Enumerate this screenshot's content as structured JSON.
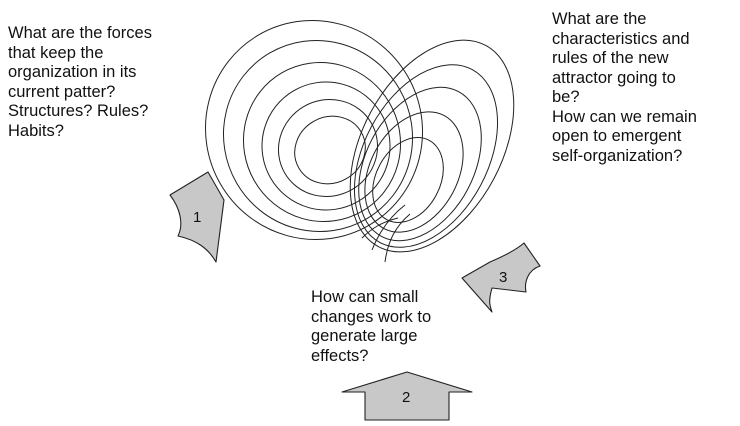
{
  "questions": {
    "forces": "What are the forces\nthat keep the\norganization in its\ncurrent patter?\nStructures? Rules?\nHabits?",
    "attractor": "What are the\ncharacteristics and\nrules of the new\nattractor going to\nbe?\nHow can we remain\nopen to emergent\nself-organization?",
    "small_changes": "How can small\nchanges work to\ngenerate large\neffects?"
  },
  "arrows": {
    "a1": "1",
    "a2": "2",
    "a3": "3"
  },
  "colors": {
    "arrow_fill": "#c8c8c8",
    "stroke": "#222222"
  }
}
